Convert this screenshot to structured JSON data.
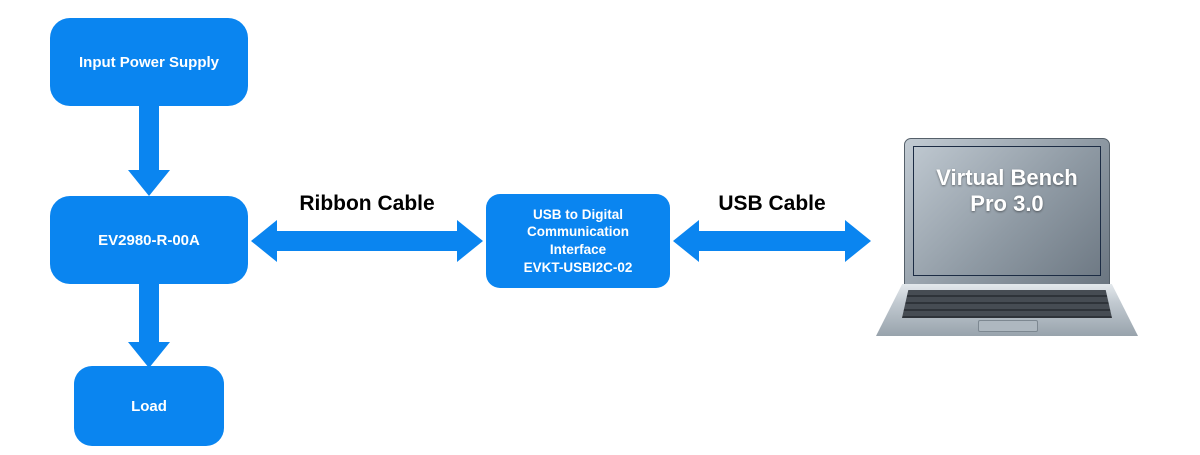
{
  "diagram": {
    "nodes": {
      "input_power_supply": {
        "label": "Input Power Supply"
      },
      "ev_board": {
        "label": "EV2980-R-00A"
      },
      "load": {
        "label": "Load"
      },
      "usb_interface": {
        "label_lines": [
          "USB to Digital",
          "Communication",
          "Interface",
          "EVKT-USBI2C-02"
        ]
      },
      "laptop": {
        "label_lines": [
          "Virtual Bench",
          "Pro 3.0"
        ]
      }
    },
    "connections": [
      {
        "from": "input_power_supply",
        "to": "ev_board",
        "type": "arrow-down",
        "label": ""
      },
      {
        "from": "ev_board",
        "to": "load",
        "type": "arrow-down",
        "label": ""
      },
      {
        "from": "ev_board",
        "to": "usb_interface",
        "type": "double-arrow",
        "label": "Ribbon Cable"
      },
      {
        "from": "usb_interface",
        "to": "laptop",
        "type": "double-arrow",
        "label": "USB Cable"
      }
    ],
    "colors": {
      "node_fill": "#0a85f0",
      "arrow_fill": "#0a85f0",
      "node_text": "#ffffff",
      "label_text": "#000000",
      "screen_top": "#4d7fb5",
      "screen_bottom": "#0e2547"
    }
  }
}
